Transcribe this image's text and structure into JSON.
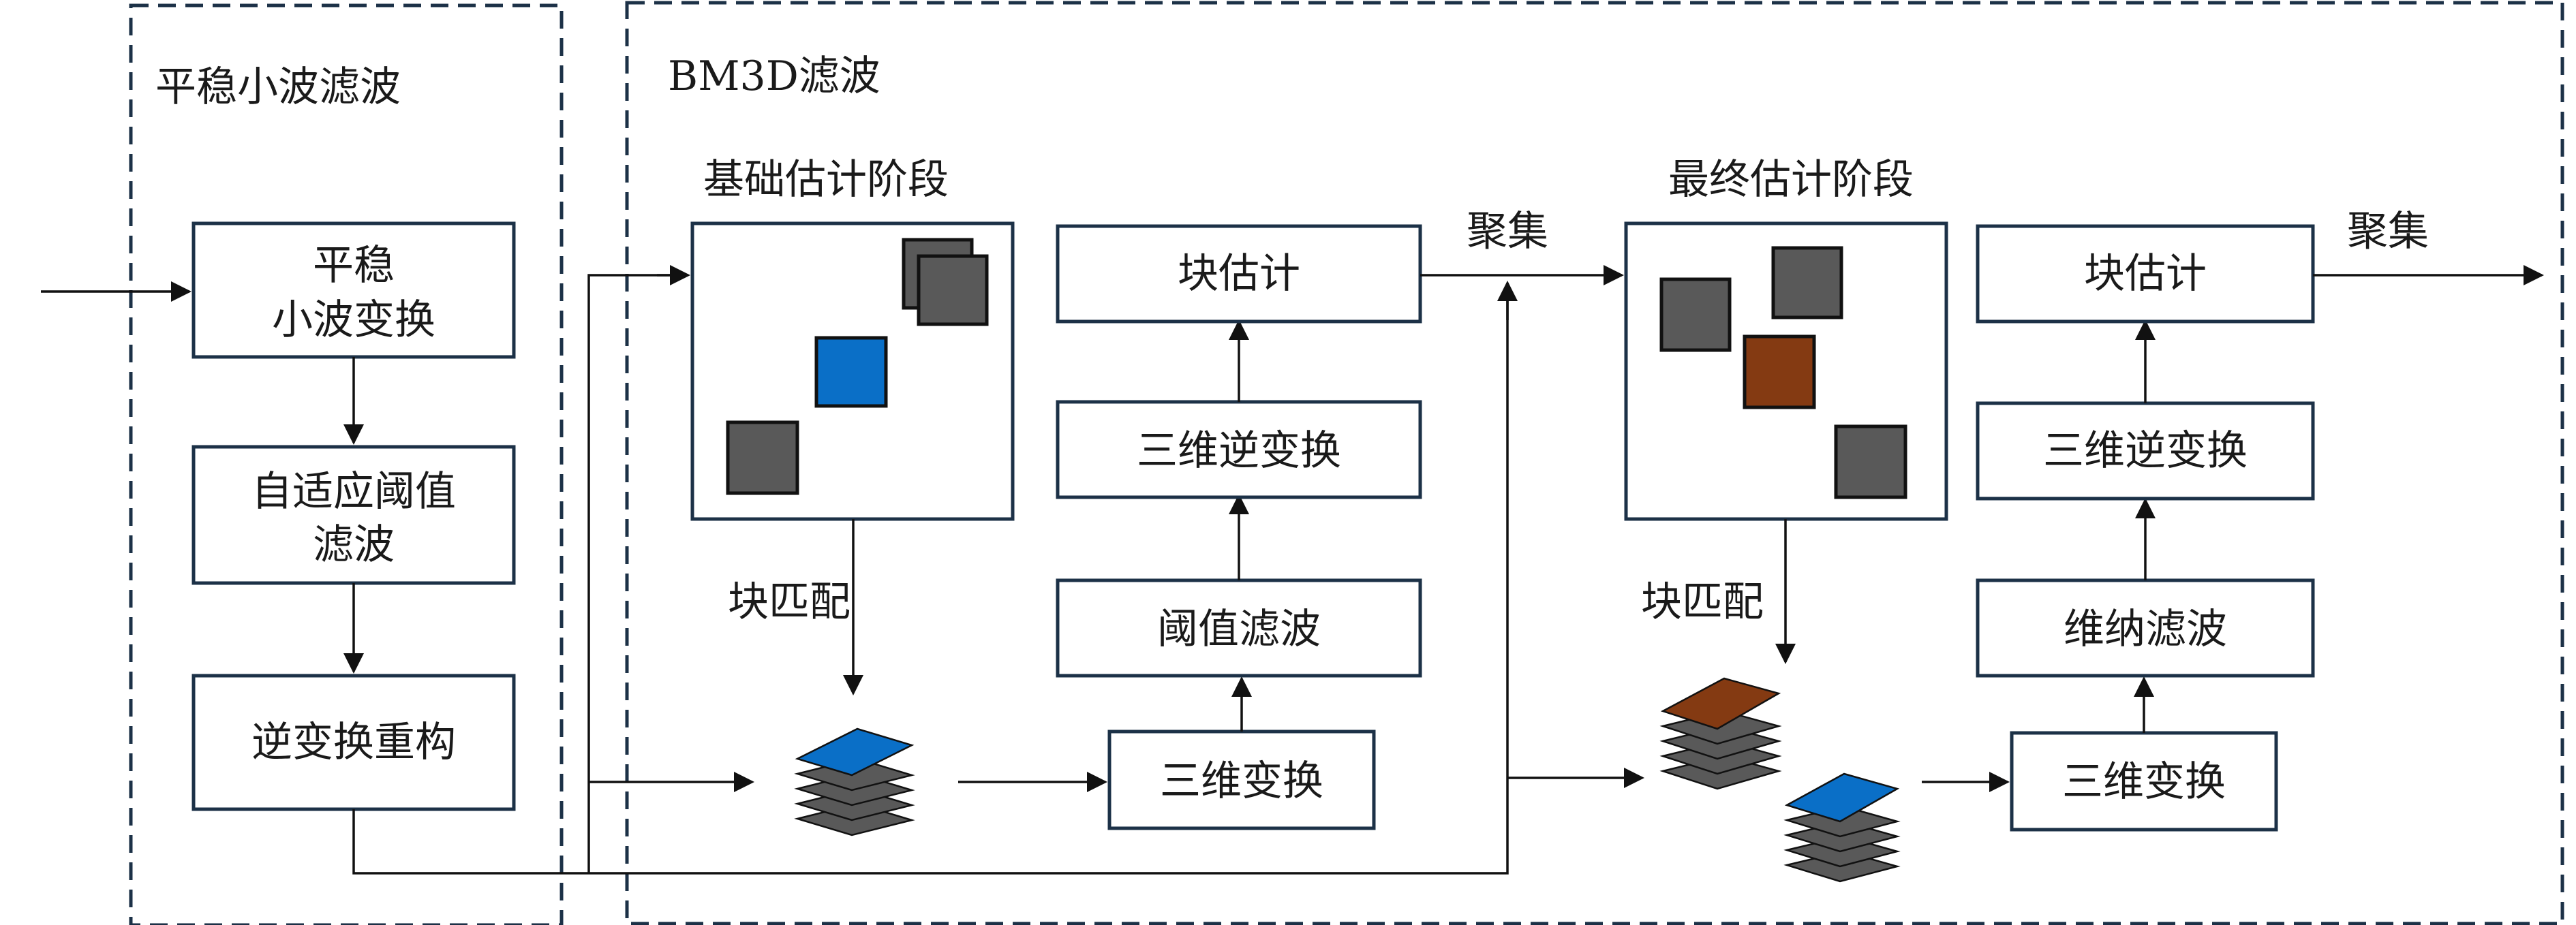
{
  "panels": {
    "left": {
      "title": "平稳小波滤波"
    },
    "right": {
      "title": "BM3D滤波"
    }
  },
  "left_chain": {
    "box1": {
      "line1": "平稳",
      "line2": "小波变换"
    },
    "box2": {
      "line1": "自适应阈值",
      "line2": "滤波"
    },
    "box3": {
      "label": "逆变换重构"
    }
  },
  "basic_stage": {
    "title": "基础估计阶段",
    "block_match": "块匹配",
    "transform3d": "三维变换",
    "threshold": "阈值滤波",
    "inverse3d": "三维逆变换",
    "estimate": "块估计",
    "aggregate": "聚集"
  },
  "final_stage": {
    "title": "最终估计阶段",
    "block_match": "块匹配",
    "transform3d": "三维变换",
    "wiener": "维纳滤波",
    "inverse3d": "三维逆变换",
    "estimate": "块估计",
    "aggregate": "聚集"
  },
  "colors": {
    "gray_block": "#595959",
    "blue_block": "#0a6fc7",
    "brown_block": "#843a12",
    "border": "#1c3147"
  }
}
